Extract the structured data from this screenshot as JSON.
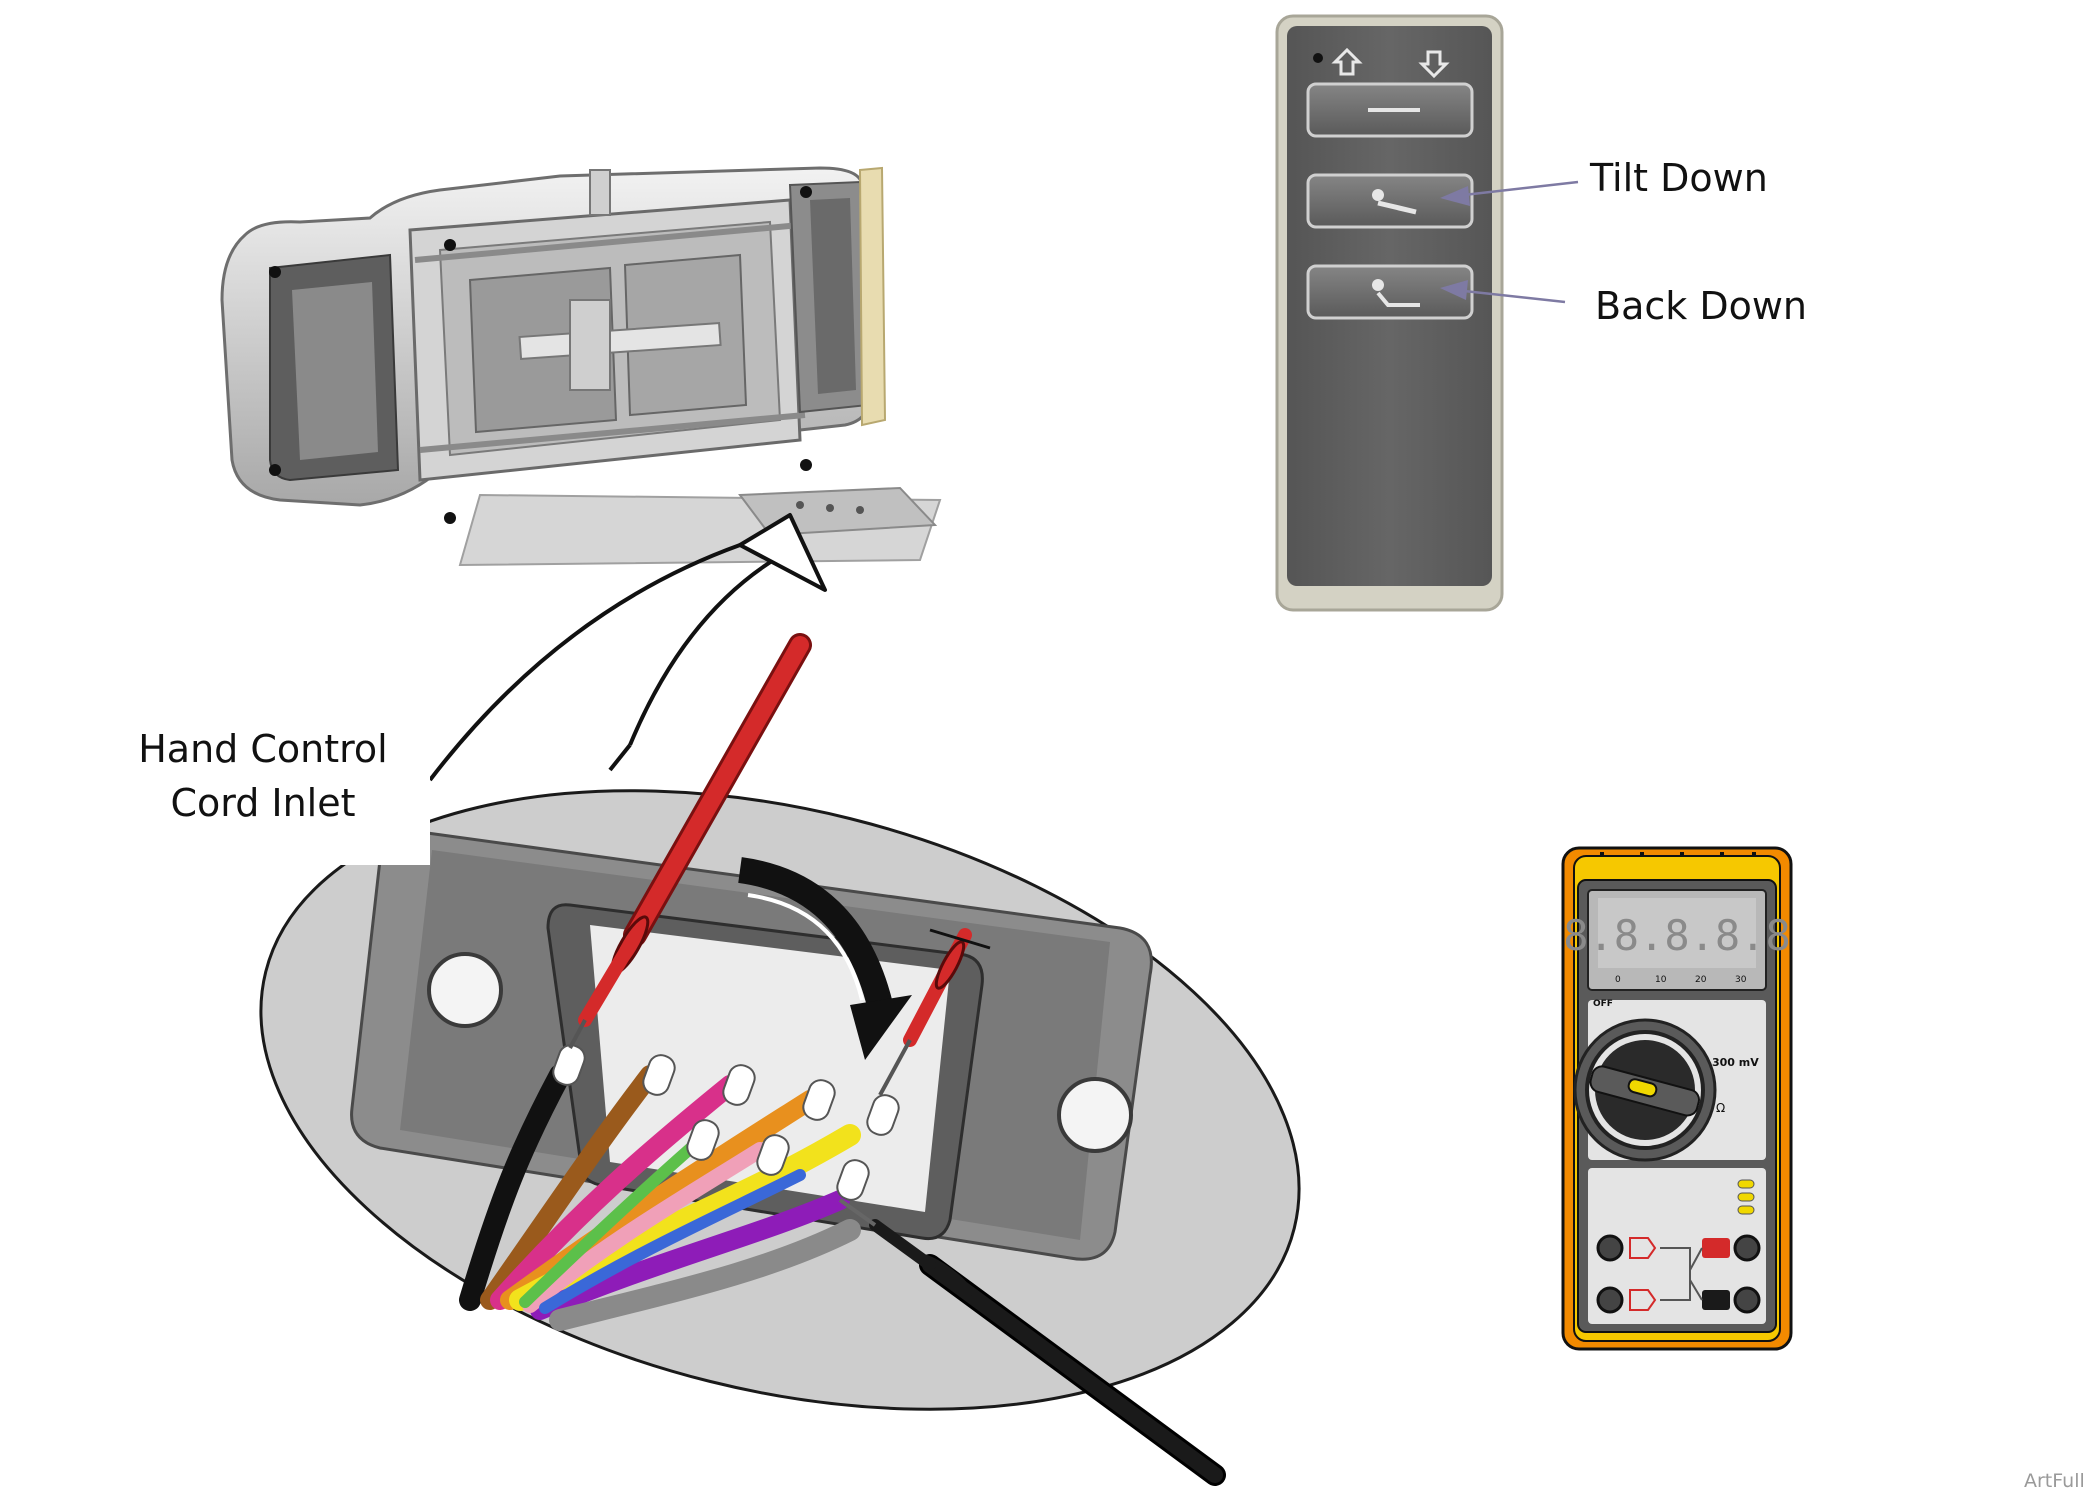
{
  "labels": {
    "tilt_down": "Tilt Down",
    "back_down": "Back Down",
    "hand_control_line1": "Hand Control",
    "hand_control_line2": "Cord Inlet",
    "credit": "ArtFull"
  },
  "meter": {
    "display": "8.8.8.8.8",
    "scale": [
      "0",
      "10",
      "20",
      "30"
    ],
    "off_label": "OFF",
    "range_mv": "300 mV",
    "ohm": "Ω"
  },
  "colors": {
    "pendant_body": "#5e5e5e",
    "meter_yellow": "#f6c800",
    "meter_orange": "#f28a00",
    "probe_red": "#d42a2a",
    "probe_black": "#1a1a1a",
    "arrow_line": "#7e7aa3"
  },
  "wire_colors": [
    "#111111",
    "#9a5a1c",
    "#d8308a",
    "#e8901e",
    "#f2e21c",
    "#8a8a8a",
    "#8e1cb8",
    "#f0a0b8"
  ]
}
